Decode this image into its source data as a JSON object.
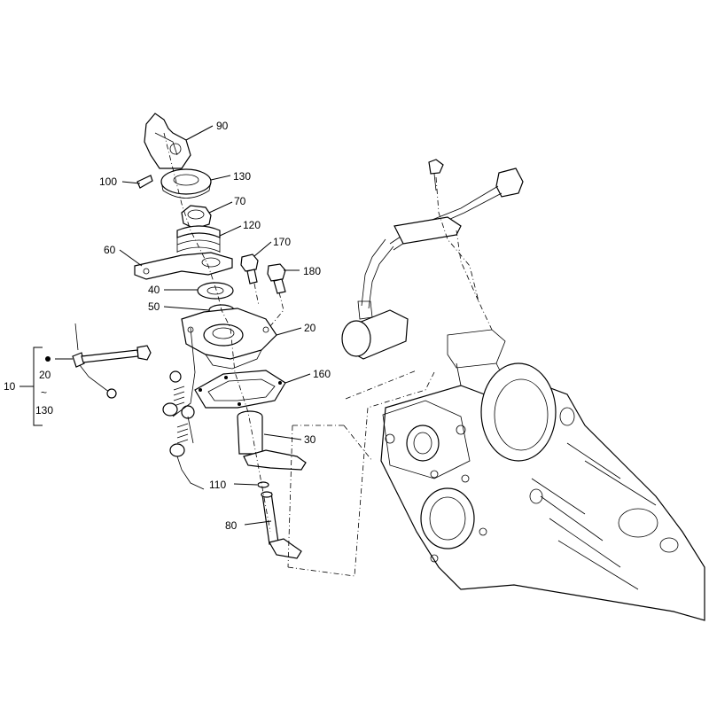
{
  "callouts": {
    "p90": "90",
    "p100": "100",
    "p130": "130",
    "p70": "70",
    "p120": "120",
    "p60": "60",
    "p170": "170",
    "p180": "180",
    "p40": "40",
    "p50": "50",
    "p20": "20",
    "p10": "10",
    "kit_start": "20",
    "kit_tilde": "~",
    "kit_end": "130",
    "p160": "160",
    "p30": "30",
    "p110": "110",
    "p80": "80"
  }
}
